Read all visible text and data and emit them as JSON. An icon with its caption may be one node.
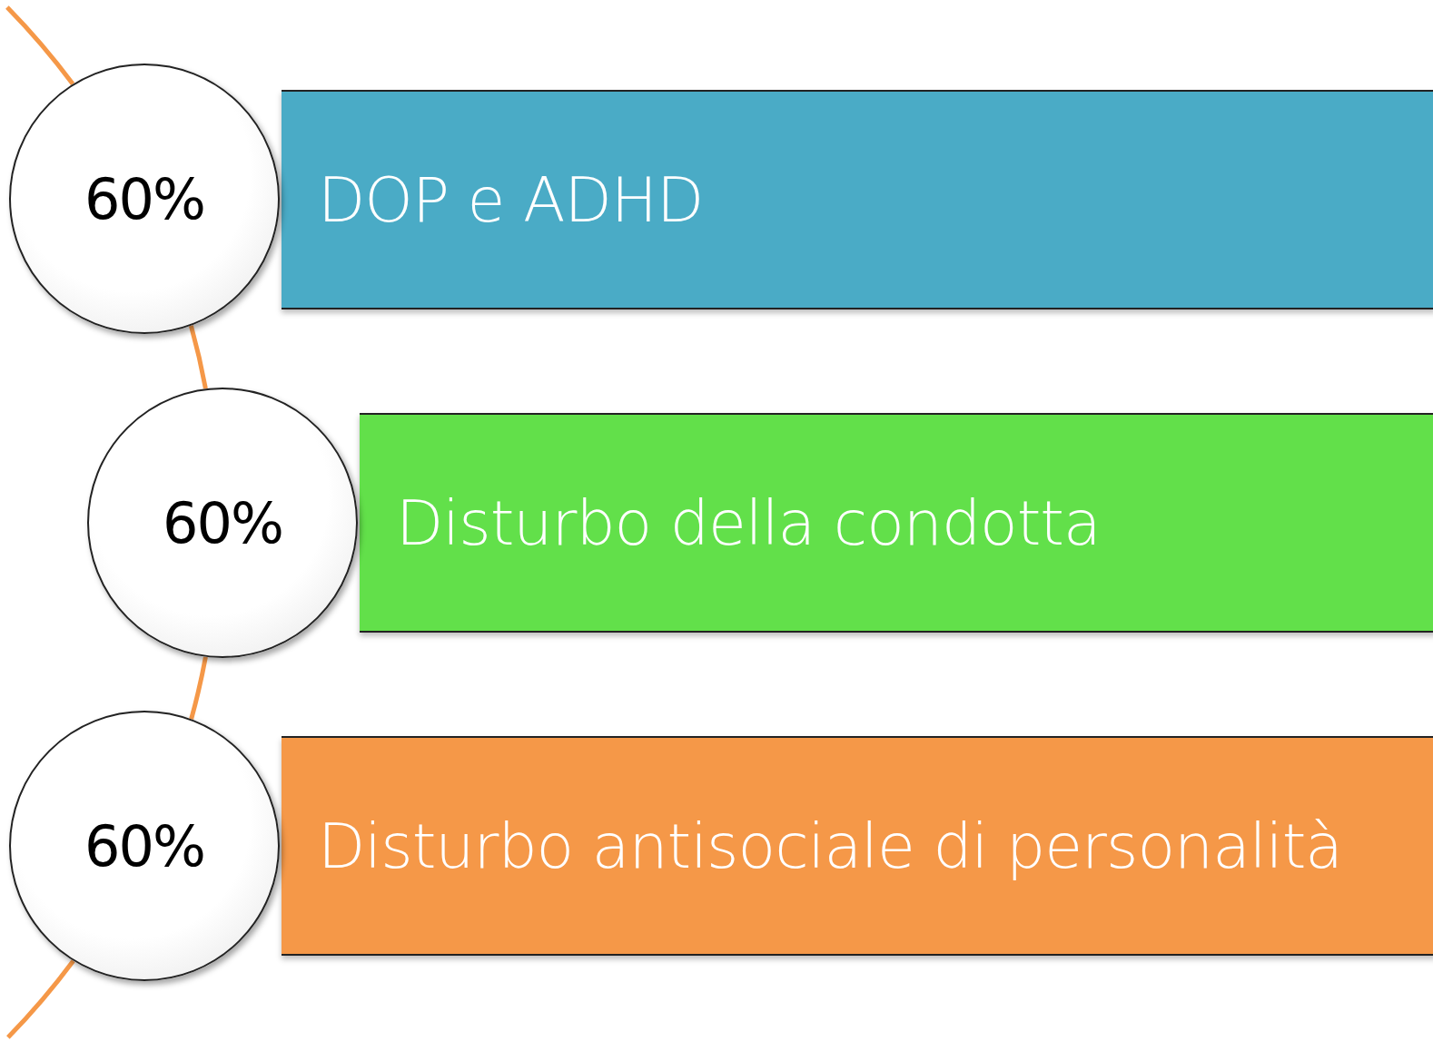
{
  "diagram": {
    "nodes": [
      {
        "text": [
          "60%"
        ]
      },
      {
        "text": [
          "DOP e ADHD"
        ]
      },
      {
        "text": [
          "60%"
        ]
      },
      {
        "text": [
          "Disturbo della condotta"
        ]
      },
      {
        "text": [
          "60%"
        ]
      },
      {
        "text": [
          "Disturbo antisociale di personalità"
        ]
      }
    ],
    "edges": [
      {
        "from": null,
        "to": 0,
        "arrow": "none"
      },
      {
        "from": 0,
        "to": 2,
        "arrow": "none"
      },
      {
        "from": 2,
        "to": 4,
        "arrow": "none"
      },
      {
        "from": 4,
        "to": null,
        "arrow": "none"
      }
    ]
  }
}
